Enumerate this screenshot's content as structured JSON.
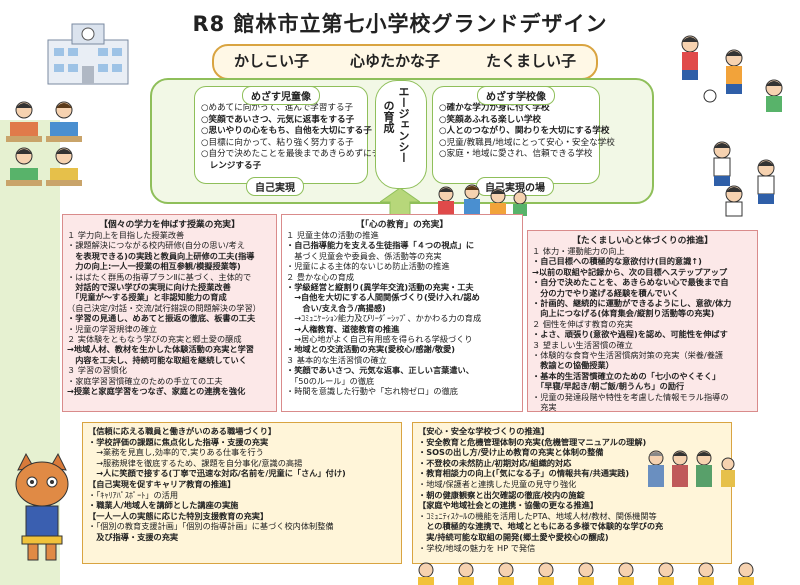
{
  "title": "R8 館林市立第七小学校グランドデザイン",
  "mottos": [
    "かしこい子",
    "心ゆたかな子",
    "たくましい子"
  ],
  "center_vertical": [
    "エージェンシー",
    "の育成"
  ],
  "child_image": {
    "header": "めざす児童像",
    "lines": [
      "○めあてに向かって、進んで学習する子",
      "○笑顔であいさつ、元気に返事をする子",
      "○思いやりの心をもち、自他を大切にする子",
      "○目標に向かって、粘り強く努力する子",
      "○自分で決めたことを最後まであきらめずにチャ",
      "　レンジする子"
    ],
    "footer": "自己実現"
  },
  "school_image": {
    "header": "めざす学校像",
    "lines": [
      "○確かな学力が身に付く学校",
      "○笑顔あふれる楽しい学校",
      "○人とのつながり、関わりを大切にする学校",
      "○児童/教職員/地域にとって安心・安全な学校",
      "○家庭・地域に愛され、信頼できる学校"
    ],
    "footer": "自己実現の場"
  },
  "sec_left": {
    "header": "【個々の学力を伸ばす授業の充実】",
    "lines": [
      "１ 学力向上を目指した授業改善",
      "・課題解決につながる校内研修(自分の思い/考え",
      "　を表現できる)の実践と教員向上研修の工夫(指導",
      "　力の向上:一人一授業の相互参観/模擬授業等)",
      "・はばたく群馬の指導プランⅡに基づく、主体的で",
      "　対話的で深い学びの実現に向けた授業改善",
      "　「児童が～する授業」と非認知能力の育成",
      "（自己決定/対話・交流/試行錯誤の問題解決の学習）",
      "・学習の見通し、めあてと振返の徹底、板書の工夫",
      "・児童の学習規律の確立",
      "２ 実体験をともなう学びの充実と郷土愛の醸成",
      "→地域人材、教材を生かした体験活動の充実と学習",
      "　内容を工夫し、持続可能な取組を継続していく",
      "３ 学習の習慣化",
      "・家庭学習習慣確立のための手立ての工夫",
      "→授業と家庭学習をつなぎ、家庭との連携を強化"
    ]
  },
  "sec_mid": {
    "header": "【「心の教育」の充実】",
    "lines": [
      "１ 児童主体の活動の推進",
      "・自己指導能力を支える生徒指導「４つの視点」に",
      "　基づく児童会や委員会、係活動等の充実",
      "・児童による主体的ないじめ防止活動の推進",
      "２ 豊かな心の育成",
      "・学級経営と縦割り(異学年交流)活動の充実・工夫",
      "　→自他を大切にする人間関係づくり(受け入れ/認め",
      "　　合い/支え合う/高揚感)",
      "　→ｺﾐｭﾆｹｰｼｮﾝ能力及びﾘｰﾀﾞｰｼｯﾌﾟ、かかわる力の育成",
      "　→人権教育、道徳教育の推進",
      "　→居心地がよく自己有用感を得られる学級づくり",
      "・地域との交流活動の充実(愛校心/感謝/敬愛)",
      "３ 基本的な生活習慣の確立",
      "・笑顔であいさつ、元気な返事、正しい言葉遣い、",
      "　「50のルール」の徹底",
      "・時間を意識した行動や「忘れ物ゼロ」の徹底"
    ]
  },
  "sec_right": {
    "header": "【たくましい心と体づくりの推進】",
    "lines": [
      "１ 体力・運動能力の向上",
      "・自己目標への積極的な意欲付け(目的意識↑)",
      "→以前の取組や記録から、次の目標へステップアップ",
      "・自分で決めたことを、あきらめない心で最後まで自",
      "　分の力でやり遂げる経験を積んでいく",
      "・計画的、継続的に運動ができるようにし、意欲/体力",
      "　向上につなげる(体育集会/縦割り活動等の充実)",
      "２ 個性を伸ばす教育の充実",
      "・よさ、頑張り(意欲や過程)を認め、可能性を伸ばす",
      "３ 望ましい生活習慣の確立",
      "・体験的な食育や生活習慣病対策の充実（栄養/養護",
      "　教諭との協働授業）",
      "・基本的生活習慣確立のための「七小のやくそく」",
      "　「早寝/早起き/朝ご飯/朝うんち」の励行",
      "・児童の発達段階や特性を考慮した情報モラル指導の",
      "　充実"
    ]
  },
  "bottom_left": {
    "lines": [
      "【信頼に応える職員と働きがいのある職場づくり】",
      "・学校評価の課題に焦点化した指導・支援の充実",
      "　→業務を見直し,効率的で,実りある仕事を行う",
      "　→服務規律を徹底するため、課題を自分事化/意識の高揚",
      "　→人に笑顔で接する(丁寧で迅速な対応/名前を/児童に「さん」付け)",
      "【自己実現を促すキャリア教育の推進】",
      "・「ｷｬﾘｱﾊﾟｽﾎﾟｰﾄ」の活用",
      "・職業人/地域人を講師とした講座の実施",
      "【一人一人の実態に応じた特別支援教育の充実】",
      "・「個別の教育支援計画」「個別の指導計画」に基づく校内体制整備",
      "　及び指導・支援の充実"
    ]
  },
  "bottom_right": {
    "lines": [
      "【安心・安全な学校づくりの推進】",
      "・安全教育と危機管理体制の充実(危機管理マニュアルの理解)",
      "・SOSの出し方/受け止め教育の充実と体制の整備",
      "・不登校の未然防止/初期対応/組織的対応",
      "・教育相談力の向上(「気になる子」の情報共有/共通実践)",
      "・地域/保護者と連携した児童の見守り強化",
      "・朝の健康観察と出欠確認の徹底/校内の施錠",
      "【家庭や地域社会との連携・協働の更なる推進】",
      "・ｺﾐｭﾆﾃｨｽｸｰﾙの機能を活用したPTA、地域人材/教材、関係機関等",
      "　との積極的な連携で、地域とともにある多様で体験的な学びの充",
      "　実/持続可能な取組の開発(郷土愛や愛校心の醸成)",
      "・学校/地域の魅力を HP で発信"
    ]
  },
  "colors": {
    "green": "#8fbf5a",
    "pink": "#d98b8b",
    "gold": "#d9a441"
  }
}
